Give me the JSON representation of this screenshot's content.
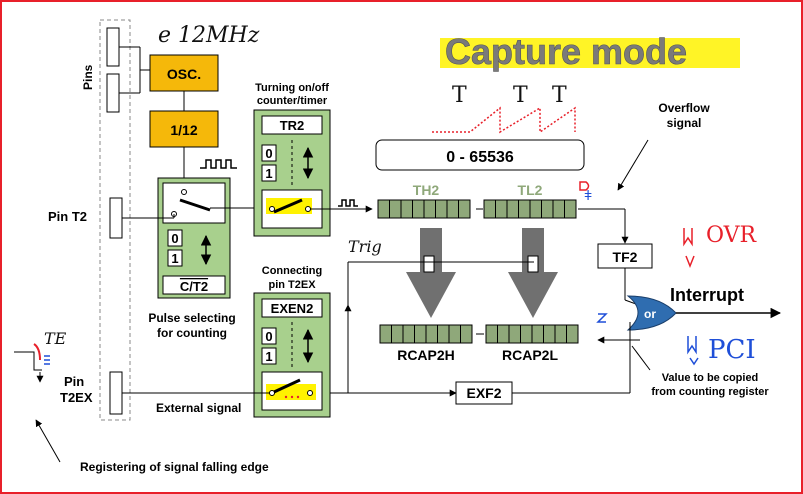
{
  "title": "Capture mode",
  "pins_label": "Pins",
  "osc_label": "OSC.",
  "div_label": "1/12",
  "handwritten_freq": "e 12MHz",
  "tr2_caption": [
    "Turning on/off",
    "counter/timer"
  ],
  "tr2_label": "TR2",
  "ct2_label": "C/T2",
  "bit_zero": "0",
  "bit_one": "1",
  "pulse_caption": [
    "Pulse selecting",
    "for counting"
  ],
  "pin_t2_label": "Pin T2",
  "pin_t2ex_label": [
    "Pin",
    "T2EX"
  ],
  "counter_range": "0 - 65536",
  "th2_label": "TH2",
  "tl2_label": "TL2",
  "overflow_caption": [
    "Overflow",
    "signal"
  ],
  "tf2_label": "TF2",
  "interrupt_label": "Interrupt",
  "or_label": "or",
  "exen2_caption": [
    "Connecting",
    "pin T2EX"
  ],
  "exen2_label": "EXEN2",
  "rcap2h_label": "RCAP2H",
  "rcap2l_label": "RCAP2L",
  "exf2_label": "EXF2",
  "external_signal_label": "External signal",
  "copy_caption": [
    "Value to be copied",
    "from counting register"
  ],
  "falling_edge_caption": "Registering of signal falling edge",
  "handwritten_trig": "Trig",
  "handwritten_ovr": "OVR",
  "handwritten_pci": "PCI",
  "handwritten_te": "TE",
  "handwritten_t": "T",
  "colors": {
    "frame": "#e8202a",
    "yellow_block": "#f5b80a",
    "green_panel": "#a8d08d",
    "register_cell": "#8fa87a",
    "gray_arrow": "#707070",
    "or_gate": "#2f6db0",
    "highlight": "#fff200",
    "annotation_red": "#e8202a",
    "annotation_blue": "#1f4fd8"
  }
}
